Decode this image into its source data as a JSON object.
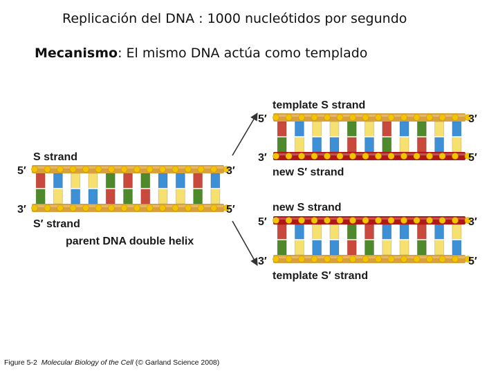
{
  "title": "Replicación del DNA : 1000 nucleótidos por segundo",
  "subtitle": {
    "label": "Mecanismo",
    "text": ": El mismo DNA actúa como templado"
  },
  "diagram": {
    "parent": {
      "top_strand_label": "S strand",
      "bottom_strand_label": "S′ strand",
      "caption": "parent DNA double helix"
    },
    "daughter_top": {
      "top_strand_label": "template S strand",
      "bottom_strand_label": "new S′ strand"
    },
    "daughter_bottom": {
      "top_strand_label": "new S strand",
      "bottom_strand_label": "template S′ strand"
    },
    "end_labels": {
      "five_prime": "5′",
      "three_prime": "3′"
    },
    "colors": {
      "template_backbone": "#d9a040",
      "new_backbone": "#b01818",
      "bead": "#f2c400",
      "base_red": "#c94a3c",
      "base_green": "#4e8a2c",
      "base_blue": "#3d8fd6",
      "base_yellow": "#f6e070",
      "arrow": "#333333"
    }
  },
  "caption": {
    "prefix": "Figure 5-2",
    "book": "Molecular Biology of the Cell",
    "suffix": "(© Garland Science 2008)"
  }
}
